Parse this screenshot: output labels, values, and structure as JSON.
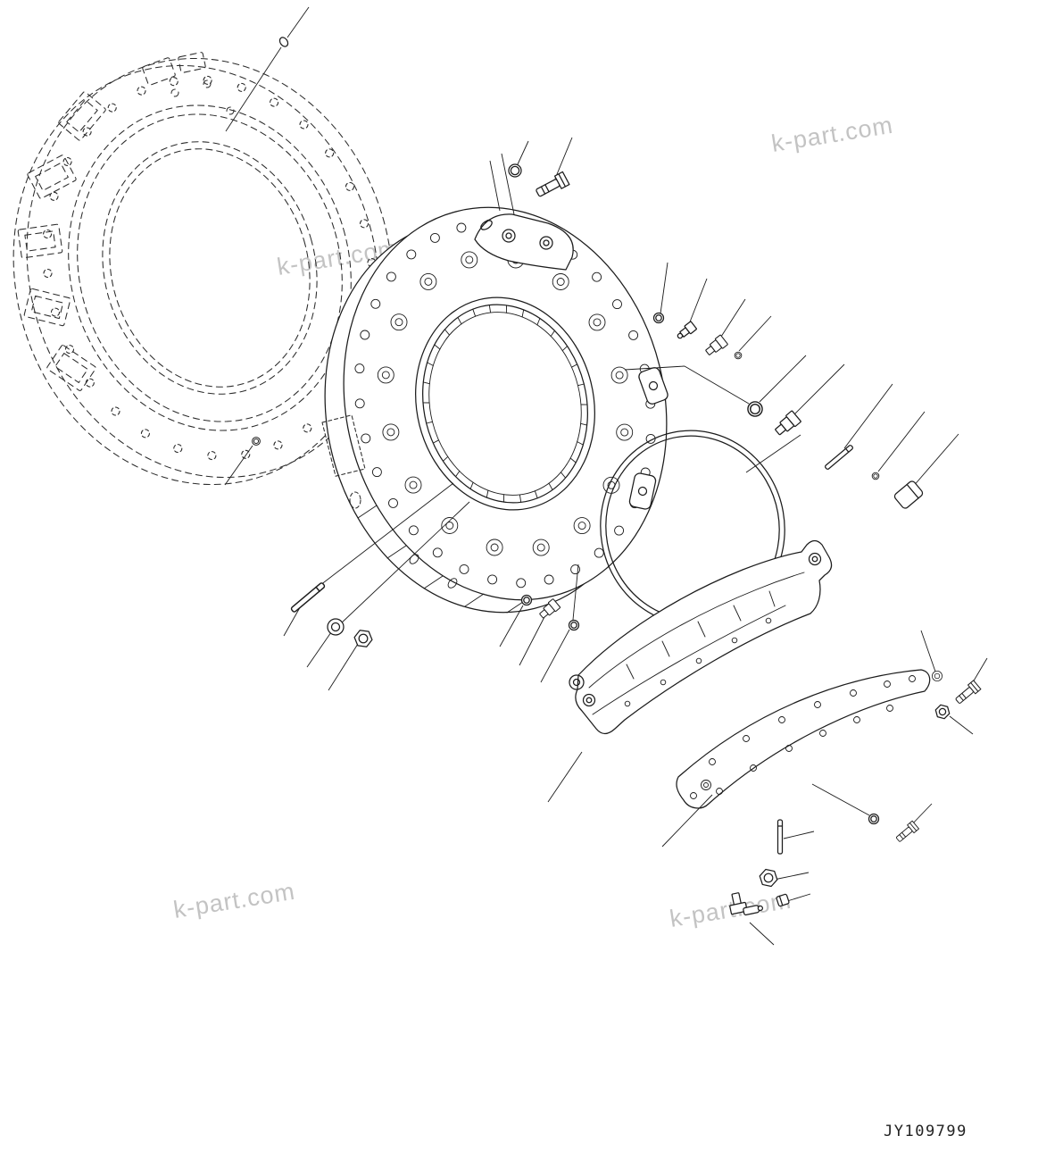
{
  "page": {
    "background": "#ffffff",
    "line_color": "#1c1c1c",
    "watermark_color": "#b9b9b9"
  },
  "watermarks": [
    {
      "text": "k-part.com",
      "position": "top-right"
    },
    {
      "text": "k-part.com",
      "position": "upper-left"
    },
    {
      "text": "k-part.com",
      "position": "bottom-left"
    },
    {
      "text": "k-part.com",
      "position": "bottom-right"
    }
  ],
  "footer": {
    "drawing_number": "JY109799"
  },
  "diagram": {
    "type": "exploded-parts-diagram",
    "parts": [
      {
        "name": "brake-housing-ring",
        "style": "phantom-dashed"
      },
      {
        "name": "brake-plate-assembly",
        "style": "solid"
      },
      {
        "name": "large-o-ring-seal",
        "style": "solid"
      },
      {
        "name": "support-bracket-casting",
        "style": "solid"
      },
      {
        "name": "crescent-cover-plate",
        "style": "solid"
      },
      {
        "name": "fasteners-plugs-and-fittings",
        "style": "solid"
      }
    ]
  }
}
